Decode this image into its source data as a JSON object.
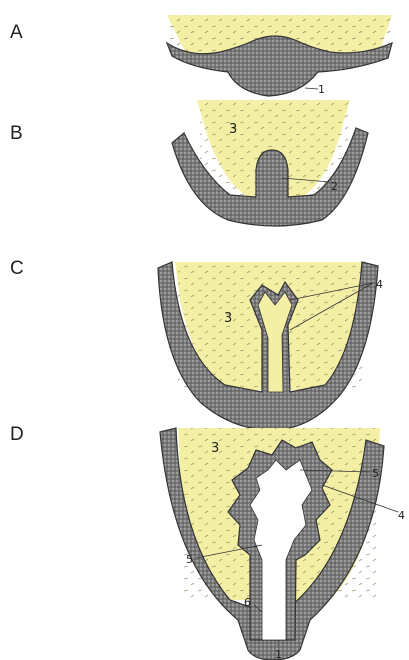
{
  "panels": [
    {
      "letter": "A",
      "labels": [
        "1"
      ]
    },
    {
      "letter": "B",
      "labels": [
        "3",
        "2"
      ]
    },
    {
      "letter": "C",
      "labels": [
        "3",
        "4"
      ]
    },
    {
      "letter": "D",
      "labels": [
        "3",
        "5",
        "4",
        "5",
        "6",
        "1"
      ]
    }
  ],
  "colors": {
    "mesenchyme": "#f3efa5",
    "epithelium": "#6f6f6f",
    "lumen": "#ffffff",
    "outline": "#333333",
    "text": "#222222"
  }
}
